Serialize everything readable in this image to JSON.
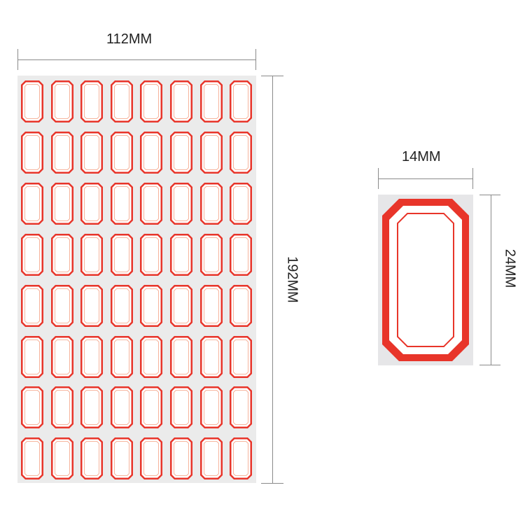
{
  "sheet": {
    "width_label": "112MM",
    "height_label": "192MM",
    "rows": 8,
    "columns": 8,
    "background_color": "#ebebeb"
  },
  "single_label": {
    "width_label": "14MM",
    "height_label": "24MM",
    "background_color": "#e6e6e8"
  },
  "colors": {
    "outer_border": "#e8352a",
    "inner_border": "#e8352a",
    "inner_border_small": "#f6b39c",
    "label_fill": "#ffffff",
    "dimension_line": "#8a8a8a",
    "text": "#222222"
  }
}
